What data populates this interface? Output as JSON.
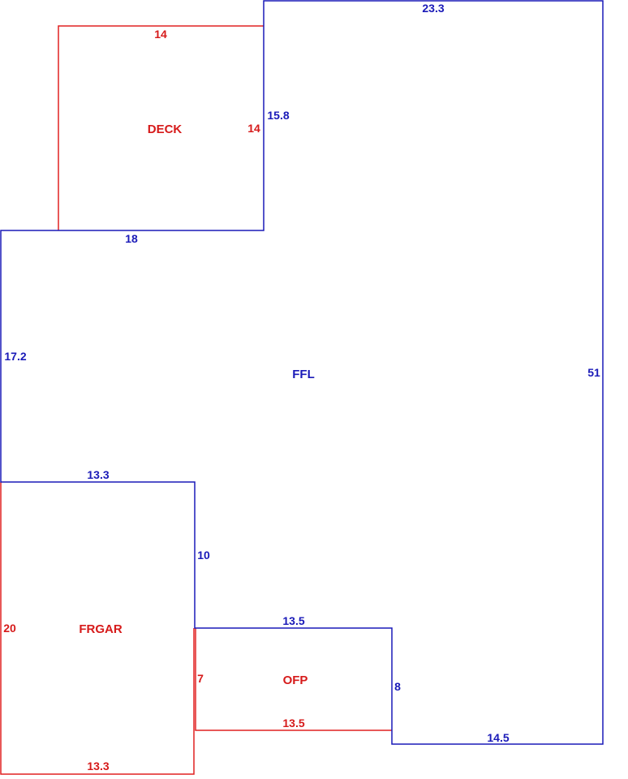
{
  "colors": {
    "main_area": "#1a1ab8",
    "secondary_area": "#d61a1a",
    "background": "#ffffff"
  },
  "areas": {
    "ffl": {
      "name": "FFL",
      "dims": {
        "top": "23.3",
        "right": "51",
        "deck_side": "15.8",
        "deck_bottom": "18",
        "left": "17.2",
        "garage_top": "13.3",
        "garage_side": "10",
        "porch_top": "13.5",
        "porch_side": "8",
        "bottom": "14.5"
      }
    },
    "deck": {
      "name": "DECK",
      "dims": {
        "top": "14",
        "right": "14"
      }
    },
    "frgar": {
      "name": "FRGAR",
      "dims": {
        "left": "20",
        "bottom": "13.3"
      }
    },
    "ofp": {
      "name": "OFP",
      "dims": {
        "left": "7",
        "bottom": "13.5"
      }
    }
  }
}
